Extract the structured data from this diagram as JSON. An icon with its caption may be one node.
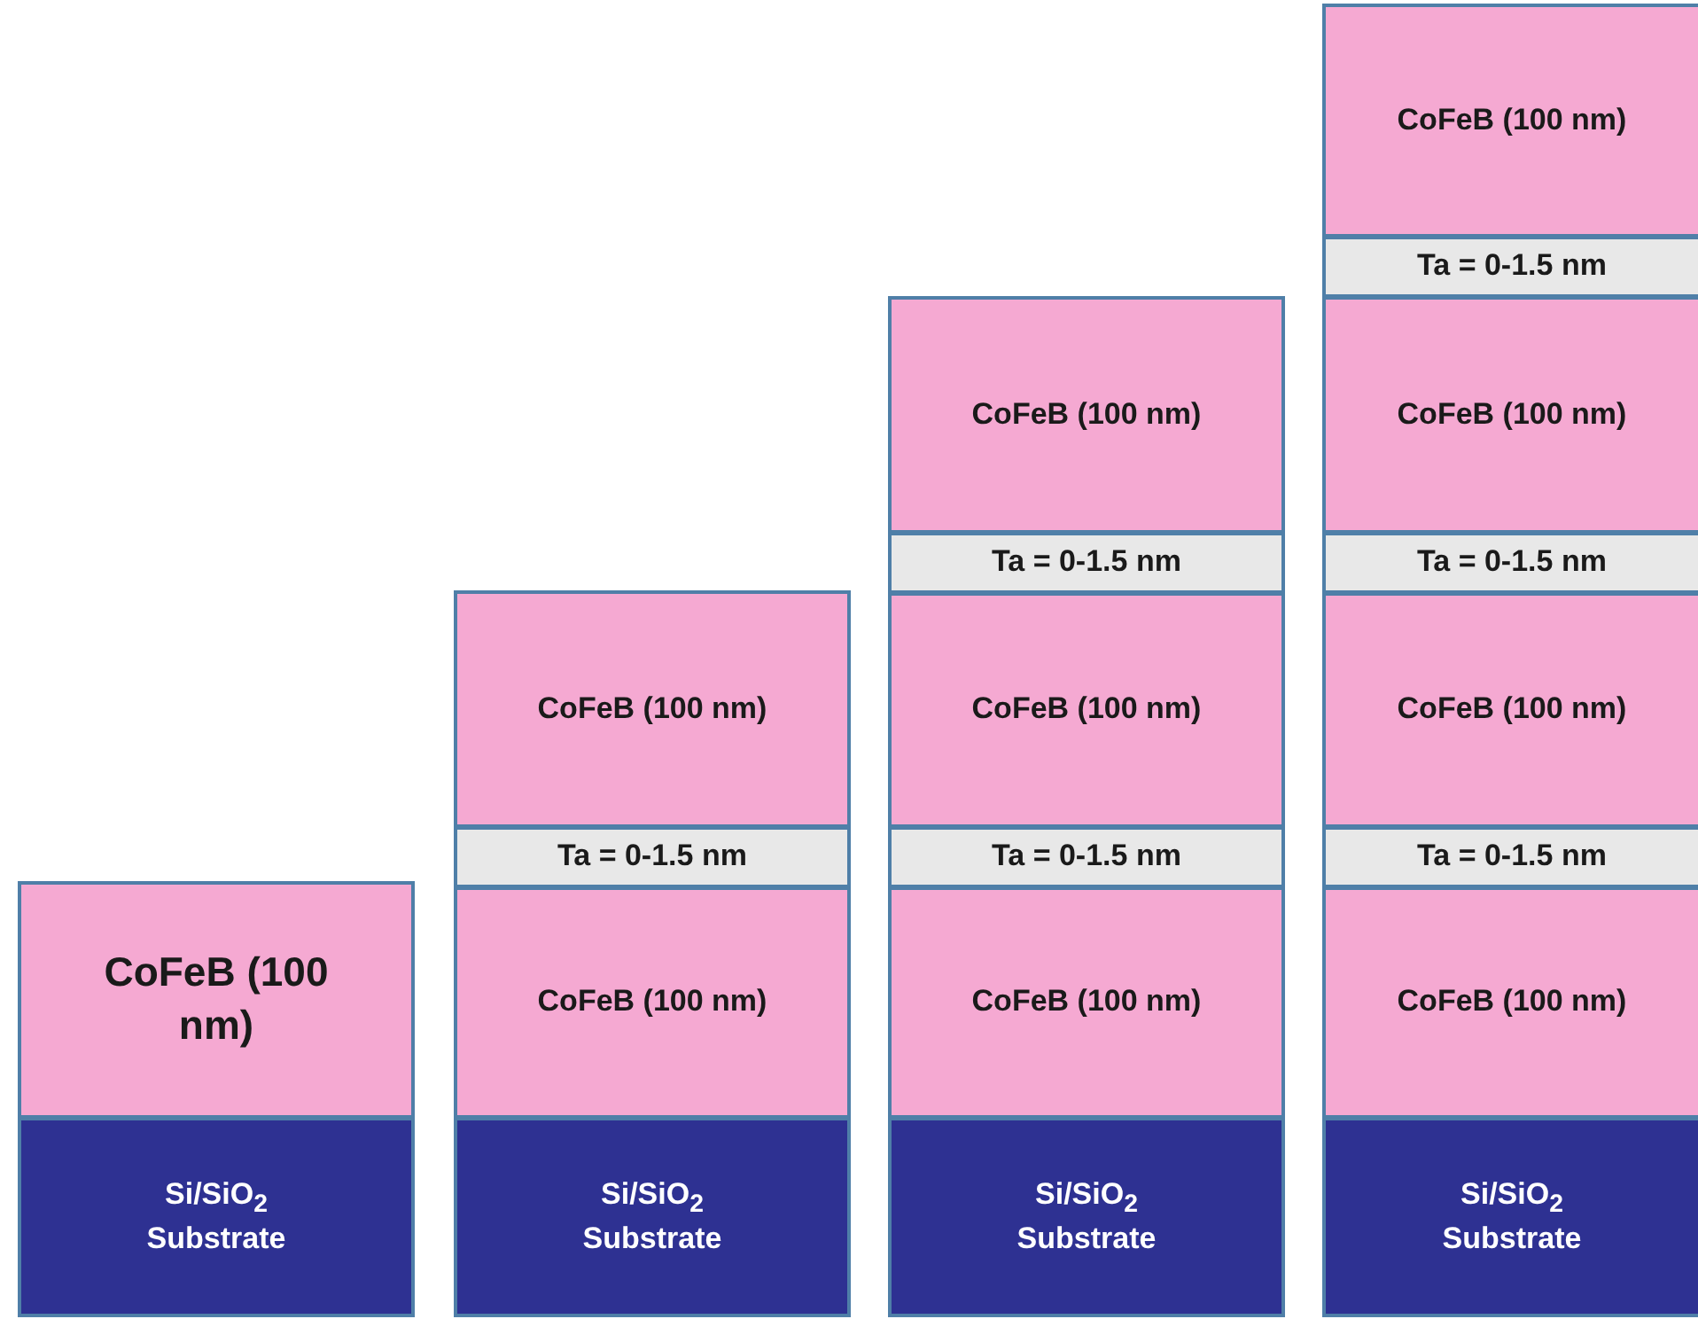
{
  "diagram": {
    "nodes": [
      {
        "text": [
          "CoFeB (100 nm)"
        ]
      },
      {
        "text": [
          "Si/SiO$_{2}$ Substrate"
        ]
      },
      {
        "text": [
          "CoFeB (100 nm)"
        ]
      },
      {
        "text": [
          "Ta = 0-1.5 nm"
        ]
      },
      {
        "text": [
          "CoFeB (100 nm)"
        ]
      },
      {
        "text": [
          "Si/SiO$_{2}$ Substrate"
        ]
      },
      {
        "text": [
          "CoFeB (100 nm)"
        ]
      },
      {
        "text": [
          "Ta = 0-1.5 nm"
        ]
      },
      {
        "text": [
          "CoFeB (100 nm)"
        ]
      },
      {
        "text": [
          "Ta = 0-1.5 nm"
        ]
      },
      {
        "text": [
          "CoFeB (100 nm)"
        ]
      },
      {
        "text": [
          "Si/SiO$_{2}$ Substrate"
        ]
      },
      {
        "text": [
          "CoFeB (100 nm)"
        ]
      },
      {
        "text": [
          "Ta = 0-1.5 nm"
        ]
      },
      {
        "text": [
          "CoFeB (100 nm)"
        ]
      },
      {
        "text": [
          "Ta = 0-1.5 nm"
        ]
      },
      {
        "text": [
          "CoFeB (100 nm)"
        ]
      },
      {
        "text": [
          "Ta = 0-1.5 nm"
        ]
      },
      {
        "text": [
          "CoFeB (100 nm)"
        ]
      },
      {
        "text": [
          "Si/SiO$_{2}$ Substrate"
        ]
      }
    ]
  }
}
